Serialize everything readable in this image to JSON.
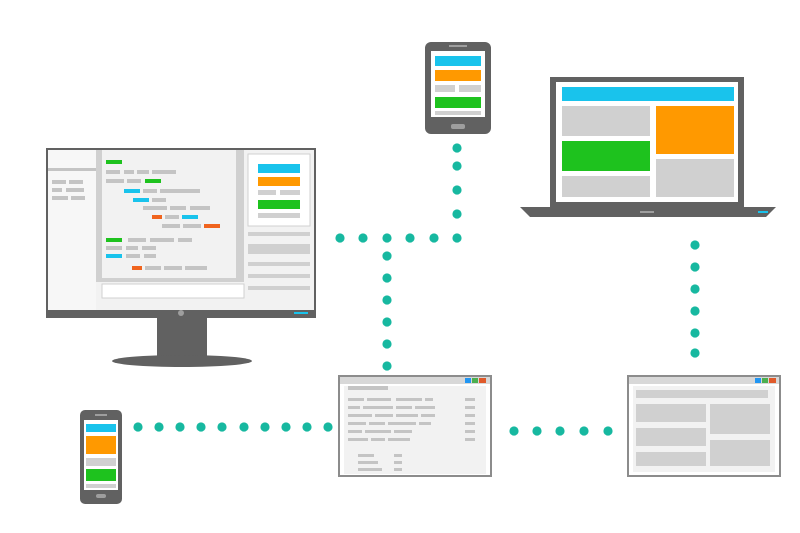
{
  "colors": {
    "cyan": "#19c3ec",
    "orange": "#ff9900",
    "green": "#1ec21e",
    "red_orange": "#f0641e",
    "connector_dot": "#17b8a0",
    "bezel_dark": "#616161",
    "bezel_light": "#8c8c8c",
    "panel_gray": "#d0d0d0",
    "line_gray": "#c4c4c4",
    "screen_white": "#f2f2f2",
    "titlebar_red": "#e05a2a",
    "titlebar_green": "#4caf50",
    "titlebar_blue": "#2196f3"
  },
  "nodes": [
    {
      "name": "desktop-monitor-device",
      "kind": "monitor"
    },
    {
      "name": "tablet-top-device",
      "kind": "tablet"
    },
    {
      "name": "laptop-device",
      "kind": "laptop"
    },
    {
      "name": "browser-window-center-device",
      "kind": "browser-window"
    },
    {
      "name": "browser-window-right-device",
      "kind": "browser-window"
    },
    {
      "name": "phone-left-device",
      "kind": "phone"
    }
  ],
  "edges": [
    {
      "from": "desktop-monitor-device",
      "to": "tablet-top-device"
    },
    {
      "from": "desktop-monitor-device",
      "to": "browser-window-center-device"
    },
    {
      "from": "laptop-device",
      "to": "browser-window-right-device"
    },
    {
      "from": "phone-left-device",
      "to": "browser-window-center-device"
    },
    {
      "from": "browser-window-center-device",
      "to": "browser-window-right-device"
    }
  ]
}
